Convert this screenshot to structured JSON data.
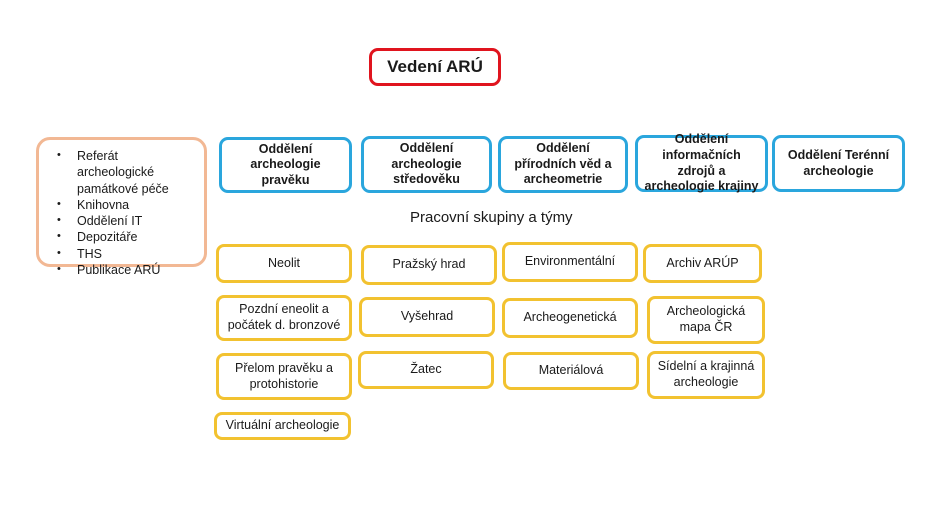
{
  "leadership": "Vedení ARÚ",
  "side_list": [
    "Referát archeologické památkové péče",
    "Knihovna",
    "Oddělení IT",
    "Depozitáře",
    "THS",
    "Publikace ARÚ"
  ],
  "departments": [
    "Oddělení archeologie pravěku",
    "Oddělení archeologie středověku",
    "Oddělení přírodních věd a archeometrie",
    "Oddělení informačních zdrojů a archeologie krajiny",
    "Oddělení Terénní archeologie"
  ],
  "groups_heading": "Pracovní skupiny a týmy",
  "groups": {
    "col1": [
      "Neolit",
      "Pozdní eneolit a počátek d. bronzové",
      "Přelom pravěku a protohistorie",
      "Virtuální archeologie"
    ],
    "col2": [
      "Pražský hrad",
      "Vyšehrad",
      "Žatec"
    ],
    "col3": [
      "Environmentální",
      "Archeogenetická",
      "Materiálová"
    ],
    "col4": [
      "Archiv ARÚP",
      "Archeologická mapa ČR",
      "Sídelní a krajinná archeologie"
    ]
  },
  "colors": {
    "leadership_border": "#e0141e",
    "department_border": "#2aa6dd",
    "group_border": "#f2c230",
    "side_border": "#f2b894"
  }
}
